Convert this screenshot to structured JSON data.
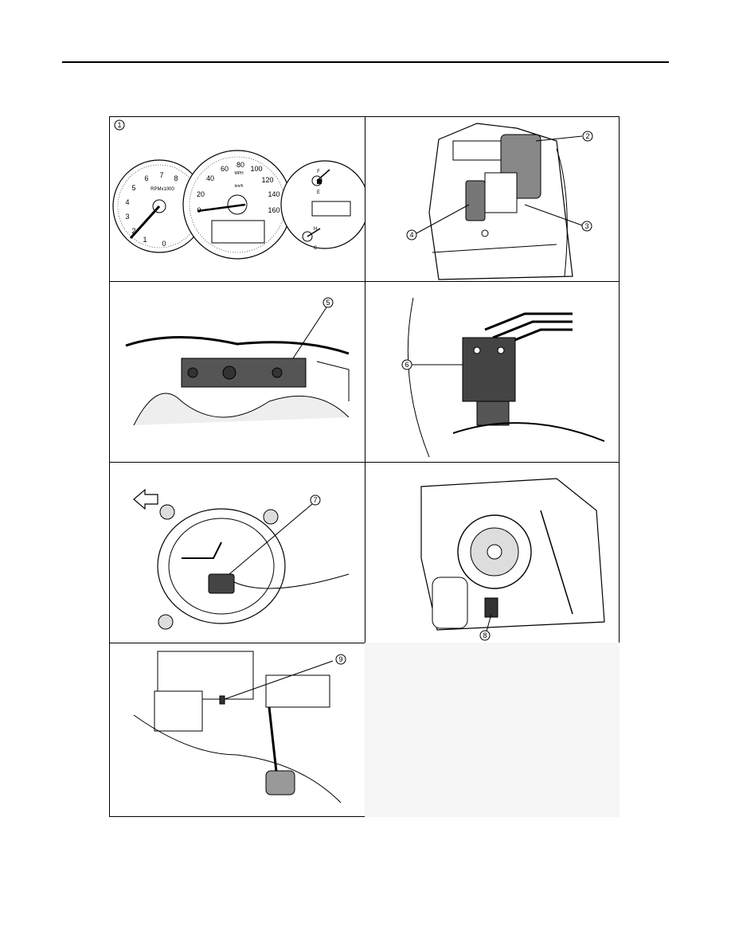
{
  "callouts": {
    "c1": "1",
    "c2": "2",
    "c3": "3",
    "c4": "4",
    "c5": "5",
    "c6": "6",
    "c7": "7",
    "c8": "8",
    "c9": "9"
  },
  "gauges": {
    "tach_unit": "RPMx1000",
    "tach_ticks": [
      "0",
      "1",
      "2",
      "3",
      "4",
      "5",
      "6",
      "7",
      "8"
    ],
    "speedo_ticks": [
      "0",
      "20",
      "40",
      "60",
      "80",
      "100",
      "120",
      "140",
      "160"
    ],
    "speedo_unit_mph": "MPH",
    "speedo_unit_kmh": "km/h",
    "fuel_f": "F",
    "fuel_e": "E",
    "temp_h": "H",
    "temp_c": "C"
  }
}
